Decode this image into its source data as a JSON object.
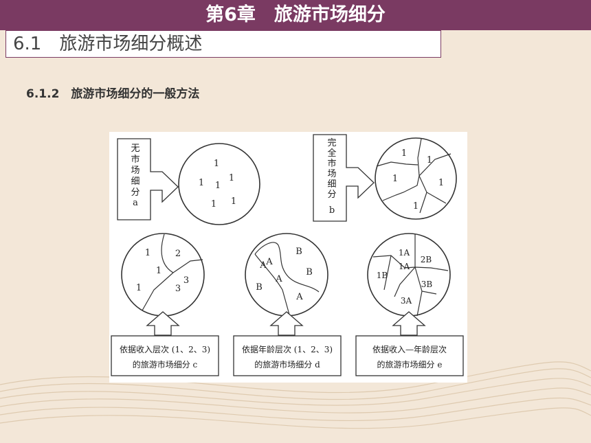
{
  "header": {
    "chapter_title": "第6章　旅游市场细分"
  },
  "section": {
    "title": "6.1　旅游市场细分概述"
  },
  "subsection": {
    "title": "6.1.2　旅游市场细分的一般方法"
  },
  "diagram": {
    "panel_a": {
      "label_chars": [
        "无",
        "市",
        "场",
        "细",
        "分",
        "a"
      ],
      "numbers": [
        "1",
        "1",
        "1",
        "1",
        "1",
        "1"
      ]
    },
    "panel_b": {
      "label_chars": [
        "完",
        "全",
        "市",
        "场",
        "细",
        "分",
        "b"
      ],
      "numbers": [
        "1",
        "1",
        "1",
        "1",
        "1"
      ]
    },
    "panel_c": {
      "caption_line1": "依据收入层次 (1、2、3)",
      "caption_line2": "的旅游市场细分 c",
      "regions": [
        "1",
        "2",
        "1",
        "1",
        "3",
        "3"
      ]
    },
    "panel_d": {
      "caption_line1": "依据年龄层次 (1、2、3)",
      "caption_line2": "的旅游市场细分 d",
      "regions": [
        "A",
        "B",
        "A",
        "B",
        "B",
        "A",
        "A"
      ]
    },
    "panel_e": {
      "caption_line1": "依据收入—年龄层次",
      "caption_line2": "的旅游市场细分 e",
      "regions": [
        "1A",
        "2B",
        "1A",
        "1B",
        "3B",
        "3A"
      ]
    }
  }
}
